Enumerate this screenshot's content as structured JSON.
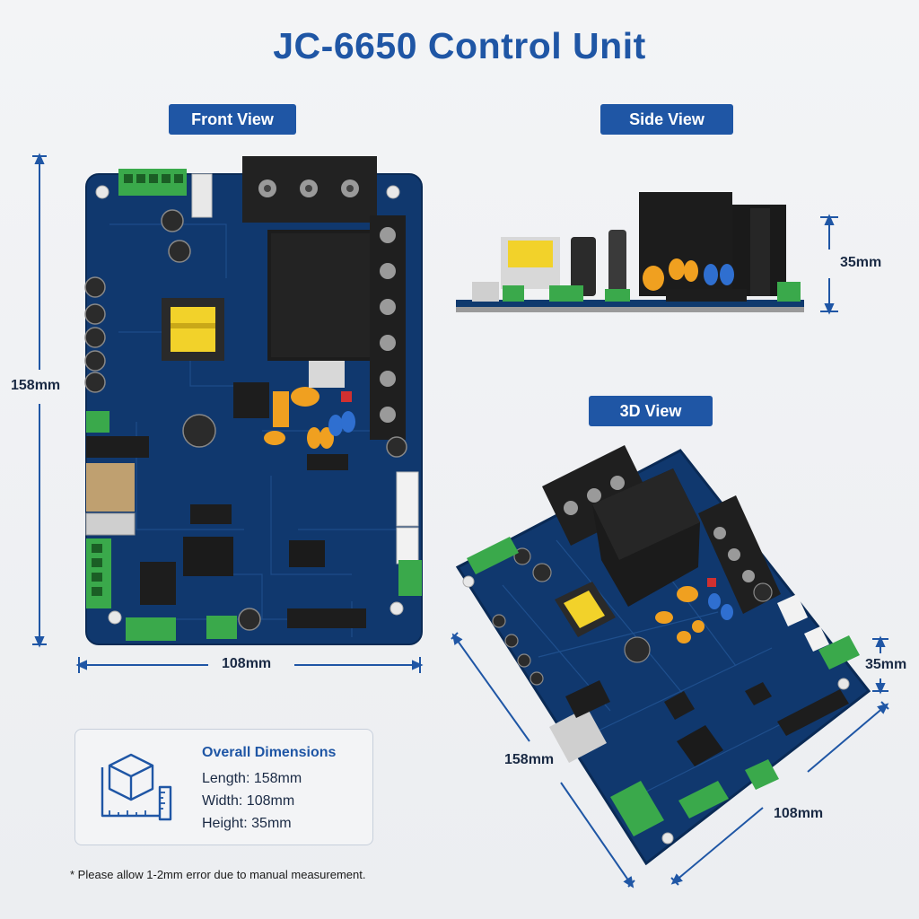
{
  "title": "JC-6650 Control Unit",
  "views": {
    "front": "Front View",
    "side": "Side View",
    "three_d": "3D View"
  },
  "front_dims": {
    "height": "158mm",
    "width": "108mm"
  },
  "side_dims": {
    "height": "35mm"
  },
  "threed_dims": {
    "length": "158mm",
    "width": "108mm",
    "height": "35mm"
  },
  "dimensions_card": {
    "heading": "Overall Dimensions",
    "length": "Length: 158mm",
    "width": "Width: 108mm",
    "height": "Height: 35mm"
  },
  "note": "* Please allow 1-2mm error due to manual measurement.",
  "colors": {
    "accent": "#1f56a5",
    "pcb": "#10386e",
    "connector_green": "#3aa94b",
    "relay_black": "#1c1c1c",
    "transformer_yellow": "#f2d22a"
  }
}
